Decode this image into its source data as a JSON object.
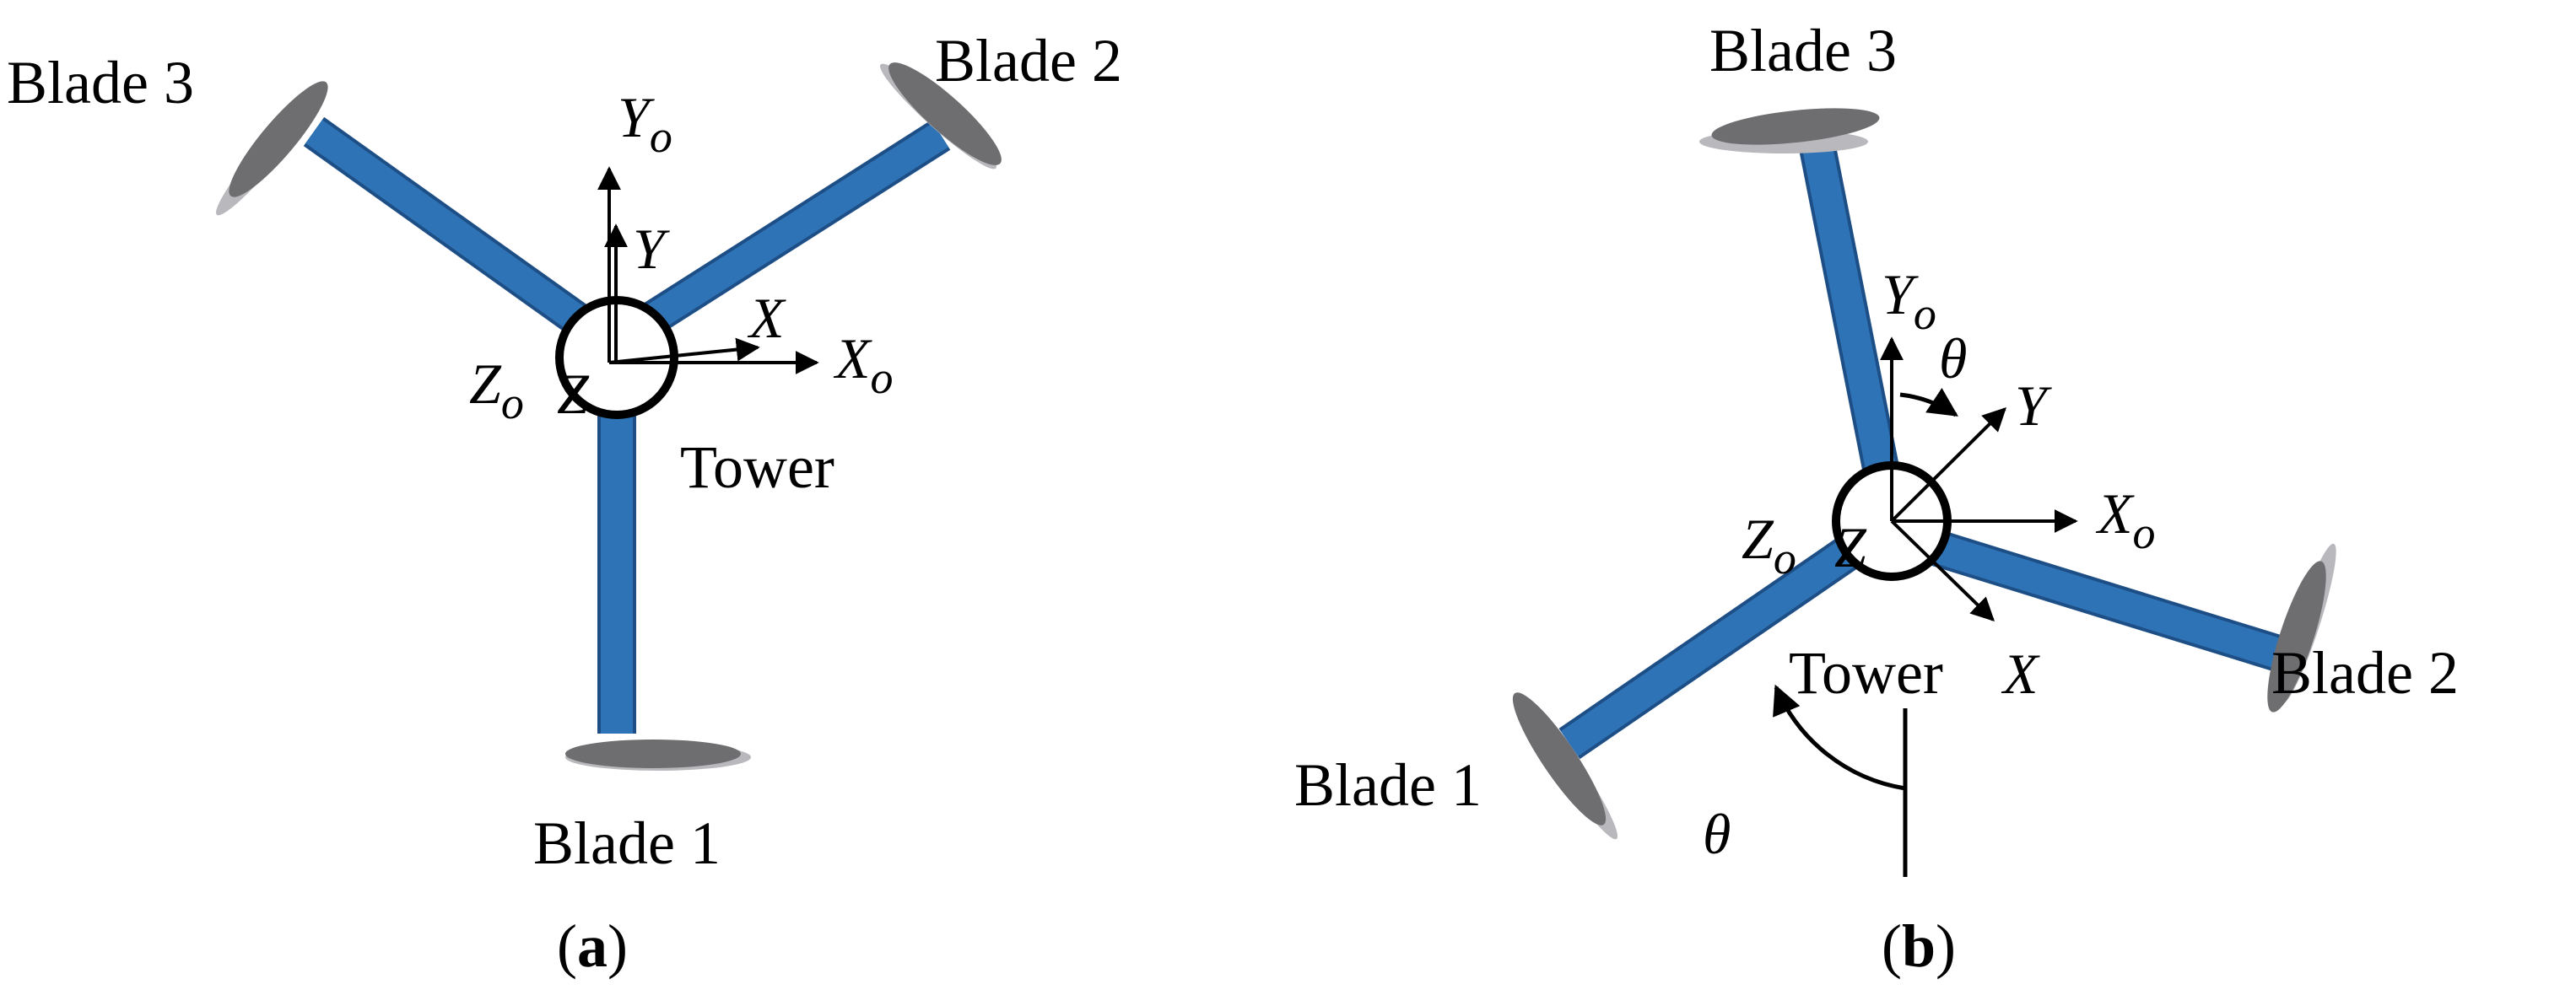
{
  "colors": {
    "blade_arm": "#2f73b7",
    "blade_arm_edge": "#1d4f86",
    "airfoil": "#6e6e70",
    "airfoil_shadow": "#b9b9bd",
    "line": "#000000"
  },
  "panel_a": {
    "caption_open": "(",
    "caption_letter": "a",
    "caption_close": ")",
    "blade1": "Blade 1",
    "blade2": "Blade 2",
    "blade3": "Blade 3",
    "tower": "Tower",
    "axis_yo": "Y",
    "axis_yo_sub": "o",
    "axis_y": "Y",
    "axis_x": "X",
    "axis_xo": "X",
    "axis_xo_sub": "o",
    "axis_zo": "Z",
    "axis_zo_sub": "o",
    "axis_z": "Z"
  },
  "panel_b": {
    "caption_open": "(",
    "caption_letter": "b",
    "caption_close": ")",
    "blade1": "Blade 1",
    "blade2": "Blade 2",
    "blade3": "Blade 3",
    "tower": "Tower",
    "axis_x_tower": "X",
    "axis_yo": "Y",
    "axis_yo_sub": "o",
    "axis_y": "Y",
    "axis_xo": "X",
    "axis_xo_sub": "o",
    "axis_zo": "Z",
    "axis_zo_sub": "o",
    "axis_z": "Z",
    "theta_top": "θ",
    "theta_bottom": "θ"
  }
}
